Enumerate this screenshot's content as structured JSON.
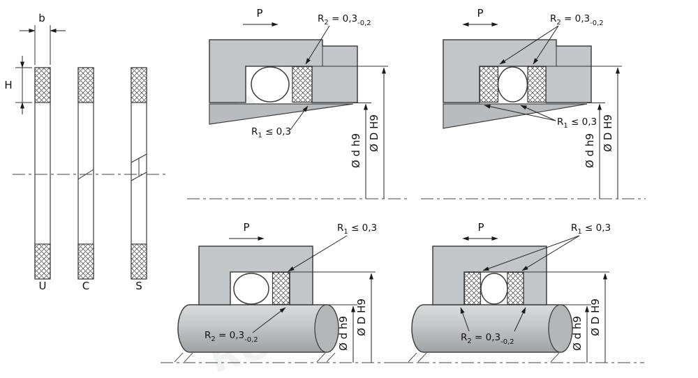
{
  "watermark": "ROM",
  "profiles": {
    "width_dim_label": "b",
    "height_dim_label": "H",
    "type_labels": [
      "U",
      "C",
      "S"
    ]
  },
  "pressure_label": "P",
  "r1": {
    "name": "R",
    "sub": "1",
    "rel": " ≤ 0,3"
  },
  "r2": {
    "name": "R",
    "sub": "2",
    "rel": " = 0,3",
    "tol": "-0,2"
  },
  "dims": {
    "rod": "Ø d h9",
    "bore": "Ø D H9"
  }
}
